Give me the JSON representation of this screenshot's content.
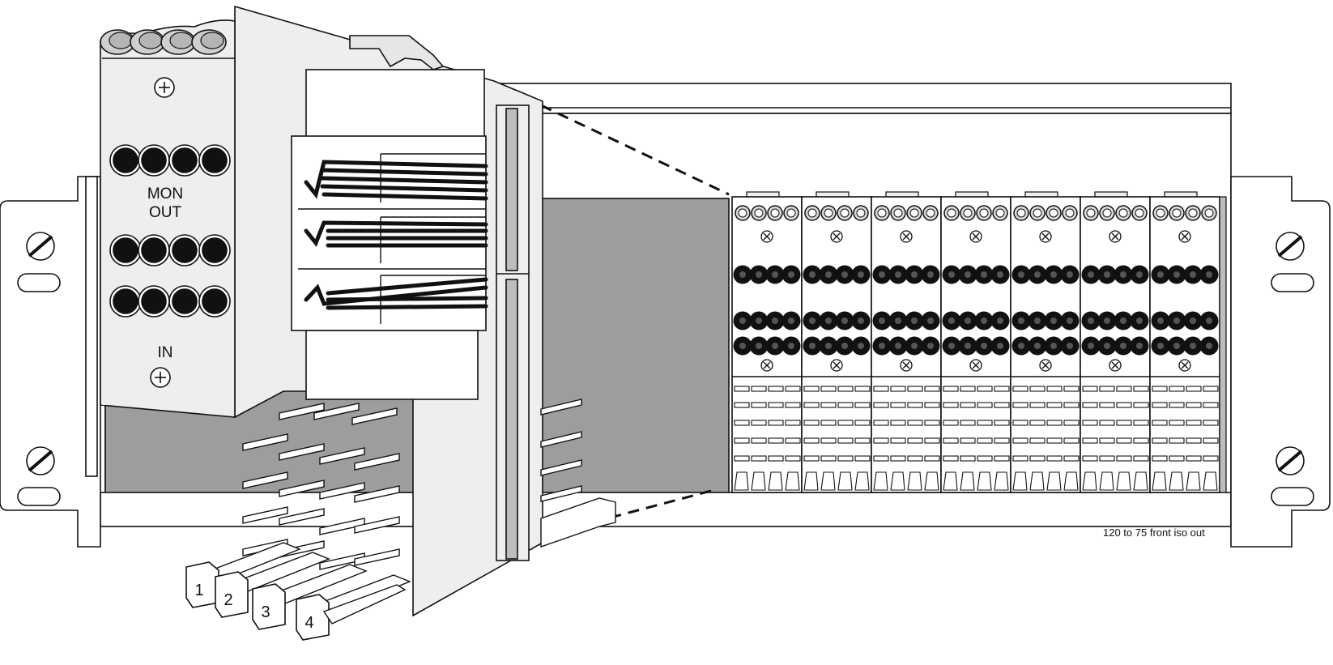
{
  "module_labels": {
    "monitor_output": "MON\nOUT",
    "input": "IN"
  },
  "caption": "120 to 75 front iso out",
  "card_numbers": [
    "1",
    "2",
    "3",
    "4"
  ],
  "rack": {
    "module_count": 7
  },
  "colors": {
    "line": "#111111",
    "panel": "#eeeeee",
    "back_wall": "#9d9d9f",
    "face": "#ffffff",
    "jack": "#111111",
    "jack_light": "#d8d8d8"
  },
  "icons": [
    "screw-head-icon",
    "bnc-jack-icon",
    "connector-pin-icon",
    "mounting-slot-icon"
  ]
}
